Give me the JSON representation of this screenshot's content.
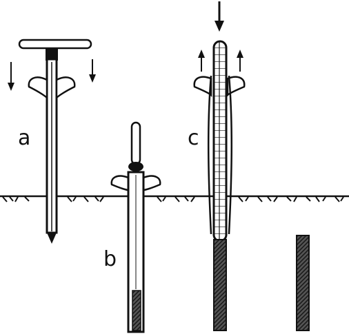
{
  "labels": {
    "a": "a",
    "b": "b",
    "c": "c"
  },
  "colors": {
    "ink": "#111111",
    "paper": "#ffffff",
    "soil": "#444444"
  }
}
